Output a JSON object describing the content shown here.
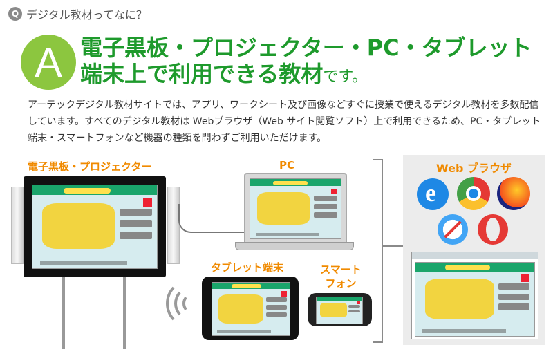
{
  "question": {
    "badge": "Q",
    "text": "デジタル教材ってなに？"
  },
  "answer": {
    "badge": "A",
    "headline_line1": "電子黒板・プロジェクター・PC・タブレット",
    "headline_line2_main": "端末上で利用できる教材",
    "headline_line2_suffix": "です。"
  },
  "description": "アーテックデジタル教材サイトでは、アプリ、ワークシート及び画像などすぐに授業で使えるデジタル教材を多数配信しています。すべてのデジタル教材は Webブラウザ（Web サイト閲覧ソフト）上で利用できるため、PC・タブレット端末・スマートフォンなど機器の種類を問わずご利用いただけます。",
  "devices": {
    "board": "電子黒板・プロジェクター",
    "pc": "PC",
    "tablet": "タブレット端末",
    "phone_line1": "スマート",
    "phone_line2": "フォン"
  },
  "browser_panel": {
    "title": "Web ブラウザ"
  },
  "icons": [
    "ie-icon",
    "chrome-icon",
    "firefox-icon",
    "safari-icon",
    "opera-icon"
  ],
  "colors": {
    "accent_green": "#1e9a2c",
    "badge_green": "#8cc63f",
    "label_orange": "#f08a00",
    "panel_gray": "#ececec"
  }
}
